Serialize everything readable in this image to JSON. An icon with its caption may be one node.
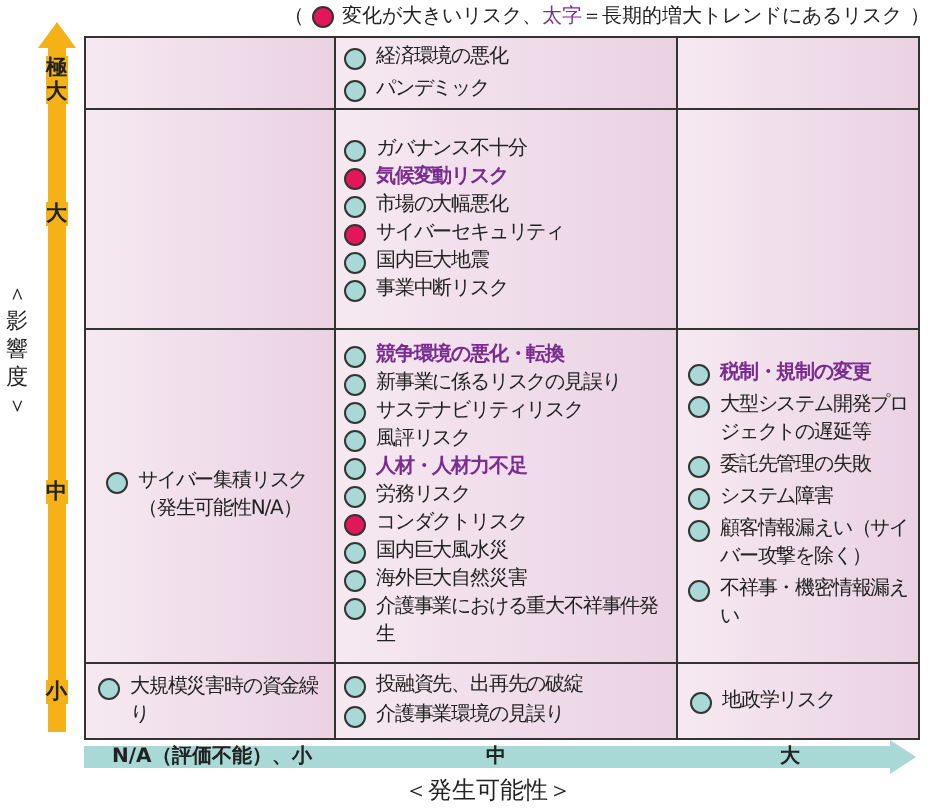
{
  "diagram": {
    "nodes": [
      {
        "text": [],
        "shape": "box"
      },
      {
        "text": [
          "経済環境の悪化",
          "パンデミック"
        ]
      },
      {
        "text": [],
        "shape": "box"
      },
      {
        "text": [],
        "shape": "box"
      },
      {
        "text": [
          "ガバナンス不十分",
          "気候変動リスク",
          "市場の大幅悪化",
          "サイバーセキュリティ",
          "国内巨大地震",
          "事業中断リスク"
        ]
      },
      {
        "text": [],
        "shape": "box"
      },
      {
        "text": [
          "サイバー集積リスク（発生可能性N/A）"
        ]
      },
      {
        "text": [
          "競争環境の悪化・転換",
          "新事業に係るリスクの見誤り",
          "サステナビリティリスク",
          "風評リスク",
          "人材・人材力不足",
          "労務リスク",
          "コンダクトリスク",
          "国内巨大風水災",
          "海外巨大自然災害",
          "介護事業における重大不祥事件発生"
        ]
      },
      {
        "text": [
          "税制・規制の変更",
          "大型システム開発プロジェクトの遅延等",
          "委託先管理の失敗",
          "システム障害",
          "顧客情報漏えい（サイバー攻撃を除く）",
          "不祥事・機密情報漏えい"
        ]
      },
      {
        "text": [
          "大規模災害時の資金繰り"
        ]
      },
      {
        "text": [
          "投融資先、出再先の破綻",
          "介護事業環境の見誤り"
        ]
      },
      {
        "text": [
          "地政学リスク"
        ]
      }
    ],
    "labels": [
      "（",
      "、",
      "太字",
      "＝長期的増大トレンドにあるリスク",
      "）",
      "極大",
      "大",
      "＜影響度＞",
      "中",
      "小",
      "N/A（評価不能）、小",
      "中",
      "大",
      "＜発生可能性＞"
    ],
    "legend": [
      {
        "text": "変化が大きいリスク",
        "color": "#e3165b"
      }
    ]
  }
}
